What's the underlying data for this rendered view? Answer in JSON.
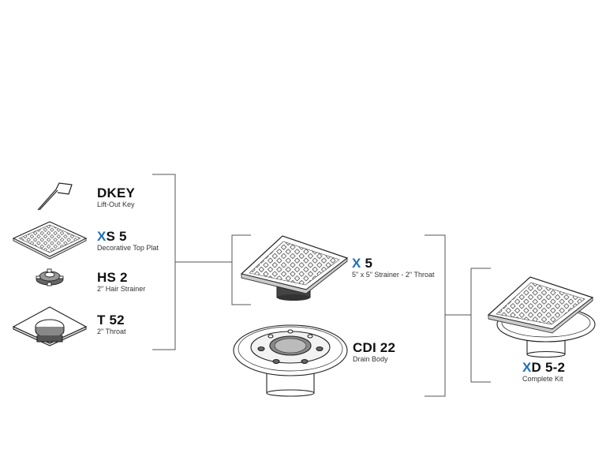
{
  "colors": {
    "accent": "#1f6fb8",
    "line": "#222222",
    "bracket": "#555555"
  },
  "parts": {
    "dkey": {
      "code_accent": "",
      "code_rest": "DKEY",
      "desc": "Lift-Out Key"
    },
    "xs5": {
      "code_accent": "X",
      "code_rest": "S 5",
      "desc": "Decorative Top Plat"
    },
    "hs2": {
      "code_accent": "",
      "code_rest": "HS 2",
      "desc": "2\" Hair Strainer"
    },
    "t52": {
      "code_accent": "",
      "code_rest": "T 52",
      "desc": "2\" Throat"
    },
    "x5": {
      "code_accent": "X",
      "code_rest": " 5",
      "desc": "5\" x 5\" Strainer - 2\" Throat"
    },
    "cdi22": {
      "code_accent": "",
      "code_rest": "CDI 22",
      "desc": "Drain Body"
    },
    "xd52": {
      "code_accent": "X",
      "code_rest": "D 5-2",
      "desc": "Complete Kit"
    }
  }
}
